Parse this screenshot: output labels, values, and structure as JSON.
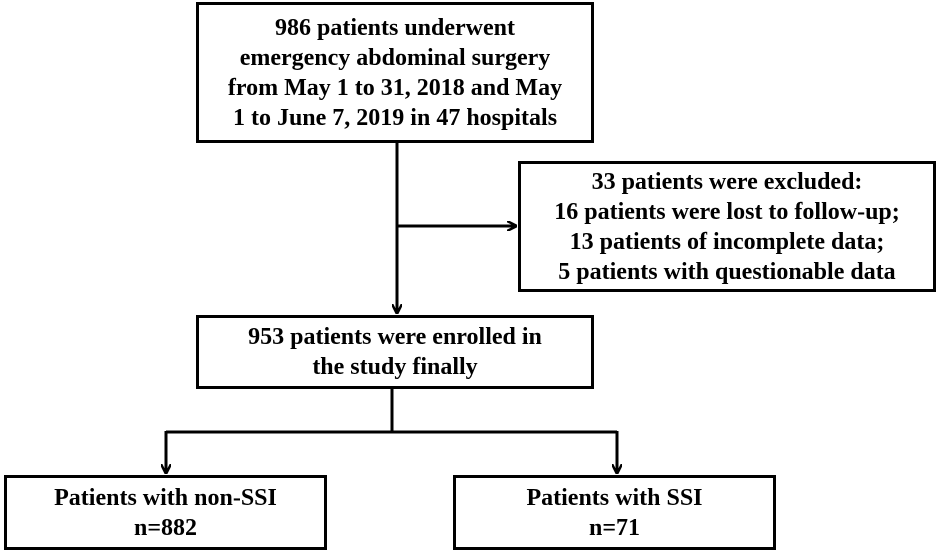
{
  "flowchart": {
    "initial": {
      "lines": [
        "986 patients underwent",
        "emergency abdominal surgery",
        "from May 1 to 31, 2018 and May",
        "1 to June 7,  2019 in 47 hospitals"
      ]
    },
    "excluded": {
      "lines": [
        "33 patients were excluded:",
        "16 patients were lost to follow-up;",
        "13 patients of incomplete data;",
        "5 patients with questionable data"
      ]
    },
    "enrolled": {
      "lines": [
        "953 patients were enrolled in",
        "the study finally"
      ]
    },
    "non_ssi": {
      "lines": [
        "Patients with non-SSI",
        "n=882"
      ]
    },
    "ssi": {
      "lines": [
        "Patients with SSI",
        "n=71"
      ]
    }
  },
  "colors": {
    "stroke": "#000000",
    "background": "#ffffff"
  }
}
